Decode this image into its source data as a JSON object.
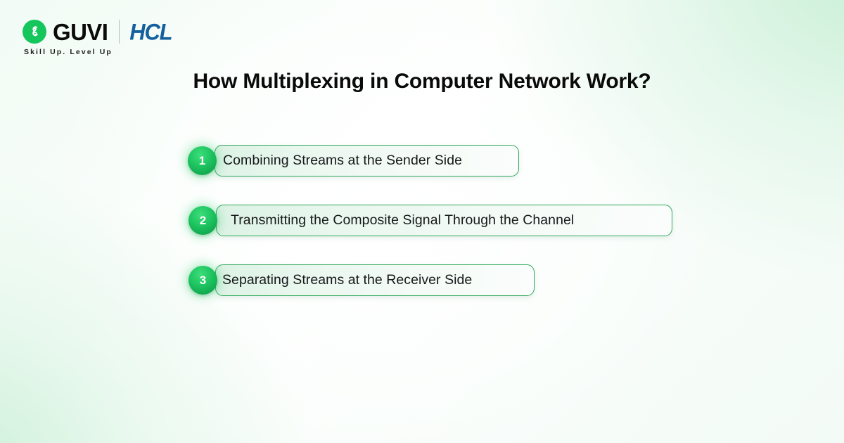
{
  "brand": {
    "logo_icon": "guvi-g-mark-icon",
    "name": "GUVI",
    "partner_name": "HCL",
    "tagline": "Skill Up. Level Up"
  },
  "header": {
    "title": "How Multiplexing in Computer Network Work?"
  },
  "steps": [
    {
      "number": "1",
      "label": "Combining Streams at the Sender Side"
    },
    {
      "number": "2",
      "label": "Transmitting the Composite Signal Through the Channel"
    },
    {
      "number": "3",
      "label": "Separating Streams at the Receiver Side"
    }
  ],
  "colors": {
    "brand_green": "#15c65c",
    "badge_green": "#21c863",
    "pill_border": "#2fa85b",
    "hcl_blue": "#14609e",
    "title_text": "#0a0a0a",
    "background": "#f3fbf6"
  }
}
